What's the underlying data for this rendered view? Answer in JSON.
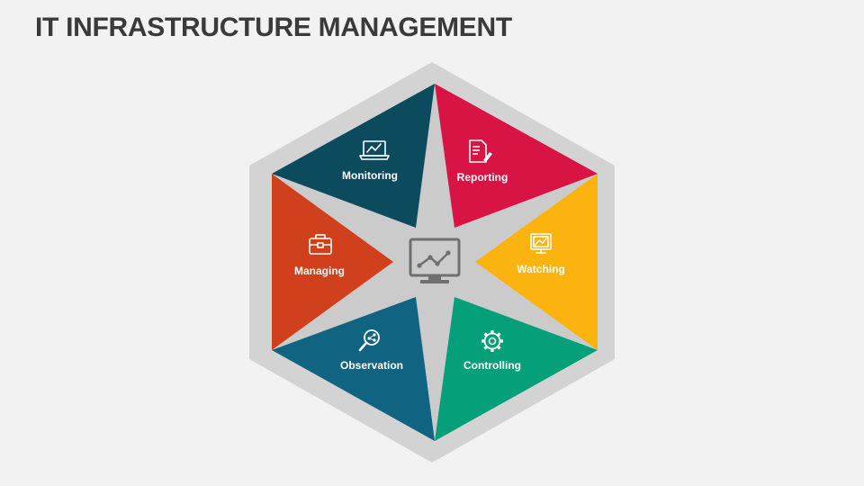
{
  "title": "IT INFRASTRUCTURE MANAGEMENT",
  "center": {
    "icon": "monitor-chart-icon"
  },
  "segments": [
    {
      "label": "Monitoring",
      "icon": "laptop-chart-icon",
      "color": "#0c4a5e"
    },
    {
      "label": "Reporting",
      "icon": "report-document-icon",
      "color": "#d81444"
    },
    {
      "label": "Watching",
      "icon": "screen-chart-icon",
      "color": "#fbb40f"
    },
    {
      "label": "Controlling",
      "icon": "gear-icon",
      "color": "#05a079"
    },
    {
      "label": "Observation",
      "icon": "search-analytics-icon",
      "color": "#106482"
    },
    {
      "label": "Managing",
      "icon": "briefcase-icon",
      "color": "#d0401c"
    }
  ],
  "colors": {
    "background": "#f2f2f2",
    "hexagon_outer": "#d3d3d3",
    "hexagon_inner": "#cbcbcb",
    "center_icon": "#6f6f6f",
    "title": "#3a3a3a"
  }
}
